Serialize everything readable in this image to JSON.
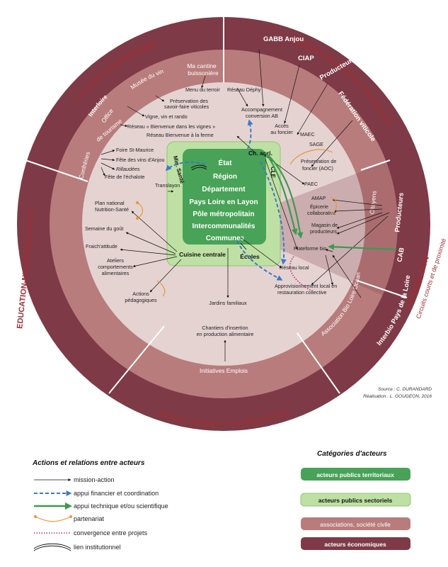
{
  "sectors": {
    "culture": "CULTURE-GASTRONOMIE",
    "foncier": "FONCIER-PRATIQUES AGRICOLES",
    "distribution": "DISTRIBUTION",
    "distribution_sub": "Circuits courts et de proximité",
    "social": "SOCIAL-ACCÈS A L'ALIMENTATION",
    "education": "EDUCATION-NUTRITION-SANTÉ"
  },
  "outer_actors": {
    "gabb": "GABB Anjou",
    "ciap": "CIAP",
    "producteurs_top": "Producteurs",
    "federation": "Fédération viticole",
    "producteurs_right": "Producteurs",
    "cab": "CAB",
    "interbio": "Interbio Pays de la Loire"
  },
  "middle_ring": {
    "interloire": "Interloire",
    "musee": "Musée du vin",
    "cantine_1": "Ma cantine",
    "cantine_2": "buissonière",
    "office_1": "Office",
    "office_2": "de tourisme",
    "confreries": "Confréries",
    "citoyens": "Citoyens",
    "asso_bio": "Association Bio Loire Océan",
    "initiatives": "Initiatives Emplois"
  },
  "hub": {
    "etat": "État",
    "region": "Région",
    "departement": "Département",
    "pays": "Pays Loire en Layon",
    "pole": "Pôle métropolitain",
    "interco": "Intercommunalités",
    "communes": "Communes",
    "min_sante": "Min. Santé",
    "ch_agri": "Ch. agri.",
    "cle": "CLE",
    "cuisine": "Cuisine centrale",
    "ecoles": "Écoles"
  },
  "projects": {
    "menu_terroir": "Menu du terroir",
    "preservation_1": "Préservation des",
    "preservation_2": "savoir-faire viticoles",
    "vigne": "Vigne, vin et rando",
    "reseau_vignes": "Réseau « Bienvenue dans les vignes »",
    "reseau_ferme": "Réseau Bienvenue à la ferme",
    "foire": "Foire St-Maurice",
    "fete_vins": "Fête des vins d'Anjou",
    "rillaudees": "Rillaudées",
    "fete_echalote": "Fête de l'échalote",
    "translayon": "Translayon",
    "pnns_1": "Plan national",
    "pnns_2": "Nutrition-Santé",
    "semaine_gout": "Semaine du goût",
    "fraich": "Fraich'attitude",
    "ateliers_1": "Ateliers",
    "ateliers_2": "comportements",
    "ateliers_3": "alimentaires",
    "actions_1": "Actions",
    "actions_2": "pédagogiques",
    "jardins": "Jardins familiaux",
    "chantiers_1": "Chantiers d'insertion",
    "chantiers_2": "en production alimentaire",
    "reseau_dephy": "Réseau Déphy",
    "accomp_1": "Accompagnement",
    "accomp_2": "conversion AB",
    "acces_1": "Accès",
    "acces_2": "au foncier",
    "maec": "MAEC",
    "sage": "SAGE",
    "preservation_f_1": "Préservation de",
    "preservation_f_2": "foncier (AOC)",
    "paec": "PAEC",
    "amap": "AMAP",
    "epicerie_1": "Épicerie",
    "epicerie_2": "collaborative",
    "magasin_1": "Magasin de",
    "magasin_2": "producteurs",
    "plateforme": "Plateforme bio",
    "reseau_local": "Réseau local",
    "appro_1": "Approvisionnement local en",
    "appro_2": "restauration collective"
  },
  "source": {
    "line1": "Source : C. DURANDARD",
    "line2": "Réalisation : L. GOUGEON, 2016"
  },
  "legend_relations": {
    "title": "Actions et relations entre acteurs",
    "items": [
      "mission-action",
      "appui financier et coordination",
      "appui technique et/ou scientifique",
      "partenariat",
      "convergence entre projets",
      "lien institutionnel"
    ]
  },
  "legend_categories": {
    "title": "Catégories d'acteurs",
    "items": [
      "acteurs publics territoriaux",
      "acteurs publics sectoriels",
      "associations, société civile",
      "acteurs économiques"
    ]
  },
  "colors": {
    "outer_ring": "#7e3a46",
    "middle_ring": "#b87c7c",
    "inner_disc": "#e5d3d2",
    "hub_light": "#bfe0a4",
    "hub_dark": "#48a257",
    "blue_arrow": "#3d7ac0",
    "green_arrow": "#3c9a4e",
    "orange": "#e9963c",
    "magenta": "#b0307d",
    "category_red": "#9a3036"
  }
}
